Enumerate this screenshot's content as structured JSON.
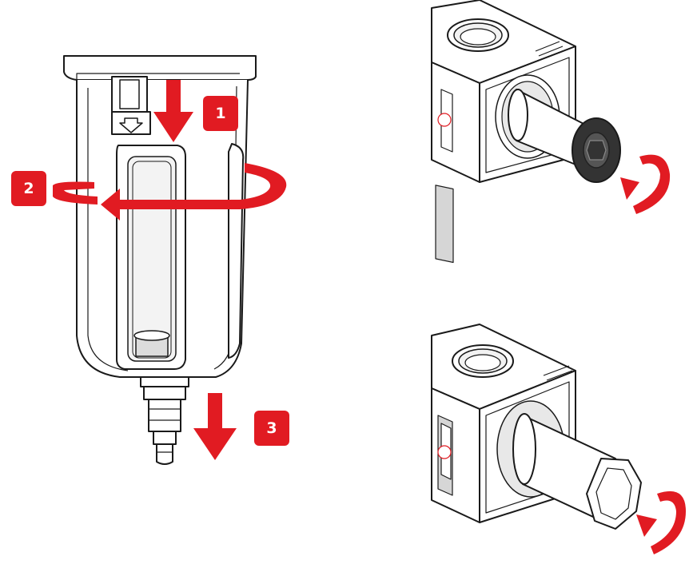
{
  "steps": [
    {
      "label": "1",
      "action": "press-down"
    },
    {
      "label": "2",
      "action": "rotate"
    },
    {
      "label": "3",
      "action": "pull-down"
    }
  ],
  "colors": {
    "accent": "#e11b22",
    "line": "#1a1a1a",
    "housing": "#ffffff",
    "shade": "#d9d9d9",
    "filter_dark": "#333333"
  },
  "panels": [
    {
      "name": "bowl-removal",
      "icons": [
        "arrow-down-icon",
        "rotate-arrow-icon",
        "arrow-down-icon"
      ]
    },
    {
      "name": "filter-element-removal",
      "icons": [
        "rotate-arrow-icon"
      ]
    },
    {
      "name": "filter-cap-removal",
      "icons": [
        "rotate-arrow-icon"
      ]
    }
  ]
}
